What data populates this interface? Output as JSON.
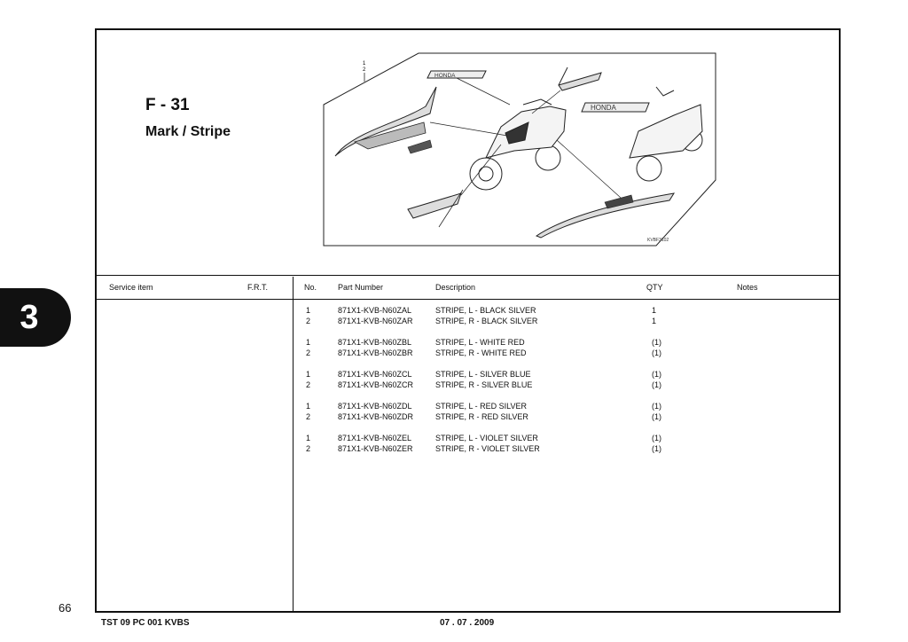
{
  "chapter": "3",
  "page_number": "66",
  "figure": {
    "code": "F - 31",
    "title": "Mark / Stripe",
    "callouts": [
      "1",
      "2"
    ],
    "ref_code": "KVBF3102",
    "logo_text": "HONDA"
  },
  "table": {
    "headers": {
      "service_item": "Service item",
      "frt": "F.R.T.",
      "no": "No.",
      "part_number": "Part Number",
      "description": "Description",
      "qty": "QTY",
      "notes": "Notes"
    },
    "rows": [
      {
        "no": "1",
        "part": "871X1-KVB-N60ZAL",
        "desc": "STRIPE, L - BLACK SILVER",
        "qty": "1"
      },
      {
        "no": "2",
        "part": "871X1-KVB-N60ZAR",
        "desc": "STRIPE, R - BLACK SILVER",
        "qty": "1"
      },
      {
        "no": "1",
        "part": "871X1-KVB-N60ZBL",
        "desc": "STRIPE, L - WHITE RED",
        "qty": "(1)"
      },
      {
        "no": "2",
        "part": "871X1-KVB-N60ZBR",
        "desc": "STRIPE, R - WHITE RED",
        "qty": "(1)"
      },
      {
        "no": "1",
        "part": "871X1-KVB-N60ZCL",
        "desc": "STRIPE, L - SILVER BLUE",
        "qty": "(1)"
      },
      {
        "no": "2",
        "part": "871X1-KVB-N60ZCR",
        "desc": "STRIPE, R - SILVER BLUE",
        "qty": "(1)"
      },
      {
        "no": "1",
        "part": "871X1-KVB-N60ZDL",
        "desc": "STRIPE, L - RED SILVER",
        "qty": "(1)"
      },
      {
        "no": "2",
        "part": "871X1-KVB-N60ZDR",
        "desc": "STRIPE, R - RED SILVER",
        "qty": "(1)"
      },
      {
        "no": "1",
        "part": "871X1-KVB-N60ZEL",
        "desc": "STRIPE, L - VIOLET SILVER",
        "qty": "(1)"
      },
      {
        "no": "2",
        "part": "871X1-KVB-N60ZER",
        "desc": "STRIPE, R - VIOLET SILVER",
        "qty": "(1)"
      }
    ]
  },
  "footer": {
    "doc_code": "TST 09 PC 001 KVBS",
    "date": "07 . 07 . 2009"
  }
}
